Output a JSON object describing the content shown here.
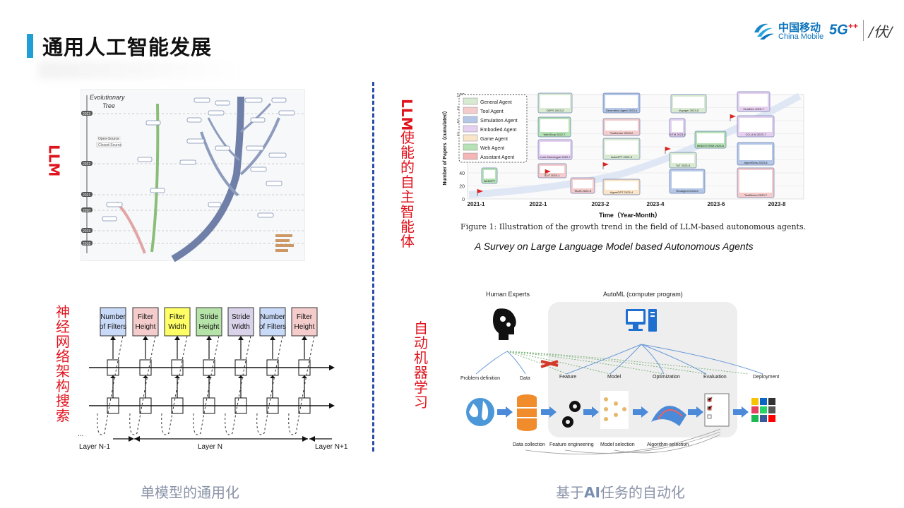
{
  "header": {
    "title": "通用人工智能发展"
  },
  "logo": {
    "name_zh": "中国移动",
    "name_en": "China Mobile",
    "network": "5G",
    "network_sup": "++",
    "glyph": "/伏/"
  },
  "labels": {
    "llm": "LLM",
    "nas": [
      "神",
      "经",
      "网",
      "络",
      "架",
      "构",
      "搜",
      "索"
    ],
    "agent_head": "LLM",
    "agent_rest": [
      "使",
      "能",
      "的",
      "自",
      "主",
      "智",
      "能",
      "体"
    ],
    "automl": [
      "自",
      "动",
      "机",
      "器",
      "学",
      "习"
    ]
  },
  "tree": {
    "title_line1": "Evolutionary",
    "title_line2": "Tree",
    "legend_open": "Open-Source",
    "legend_closed": "Closed-Source",
    "years": [
      "2023",
      "2022",
      "2021",
      "2020",
      "2019",
      "2018"
    ]
  },
  "agent_chart": {
    "ylabel": "Number of Papers（cumulated）",
    "xlabel": "Time（Year-Month）",
    "yticks": [
      "0",
      "20",
      "40",
      "60",
      "80",
      "100",
      "120",
      "140",
      "160"
    ],
    "xticks": [
      "2021-1",
      "2022-1",
      "2023-2",
      "2023-4",
      "2023-6",
      "2023-8"
    ],
    "legend": [
      {
        "label": "General Agent",
        "color": "#d9ead3"
      },
      {
        "label": "Tool Agent",
        "color": "#f4cccc"
      },
      {
        "label": "Simulation Agent",
        "color": "#b4c7e7"
      },
      {
        "label": "Embodied Agent",
        "color": "#e6d0f0"
      },
      {
        "label": "Game Agent",
        "color": "#fbe5c8"
      },
      {
        "label": "Web Agent",
        "color": "#b6e3b6"
      },
      {
        "label": "Assistant Agent",
        "color": "#f4b6b6"
      }
    ],
    "boxes": [
      "WebGPT",
      "DEPS 2023-2",
      "Generative Agent 2023-4",
      "Voyager 2023-5",
      "ChatDev 2023-7",
      "WebShop 2022-7",
      "Toolformer 2023-2",
      "GITM 2023-5",
      "MINDSTORM 2023-6",
      "CO-LLM 2023-7",
      "Inner Monologue 2022-7",
      "AutoGPT 2023-3",
      "ToT 2023-5",
      "AgentSims 2023-8",
      "CoT 2022-1",
      "TALM 2022-5",
      "AgentGPT 2023-4",
      "RecAgent 2023-6",
      "ToolBench 2023-7"
    ],
    "caption": "Figure 1:  Illustration of the growth trend in the field of LLM-based autonomous agents.",
    "survey": "A Survey on Large Language Model based Autonomous Agents"
  },
  "nas": {
    "cells": [
      {
        "label1": "Number",
        "label2": "of Filters",
        "color": "#c9daf8"
      },
      {
        "label1": "Filter",
        "label2": "Height",
        "color": "#f4cccc"
      },
      {
        "label1": "Filter",
        "label2": "Width",
        "color": "#ffff66"
      },
      {
        "label1": "Stride",
        "label2": "Height",
        "color": "#b6e3a8"
      },
      {
        "label1": "Stride",
        "label2": "Width",
        "color": "#d9d2e9"
      },
      {
        "label1": "Number",
        "label2": "of Filters",
        "color": "#c9daf8"
      },
      {
        "label1": "Filter",
        "label2": "Height",
        "color": "#f4cccc"
      }
    ],
    "layer_prev": "Layer N-1",
    "layer_cur": "Layer N",
    "layer_next": "Layer N+1",
    "dots": "..."
  },
  "automl": {
    "human": "Human Experts",
    "program": "AutoML (computer program)",
    "stages_top": [
      "Problem definition",
      "Data",
      "Feature",
      "Model",
      "Optimization",
      "Evaluation",
      "Deployment"
    ],
    "stages_bottom": [
      "Data collection",
      "Feature engineering",
      "Model selection",
      "Algorithm selection"
    ]
  },
  "footer": {
    "left": "单模型的通用化",
    "right_pre": "基于",
    "right_ai": "AI",
    "right_post": "任务的自动化"
  }
}
